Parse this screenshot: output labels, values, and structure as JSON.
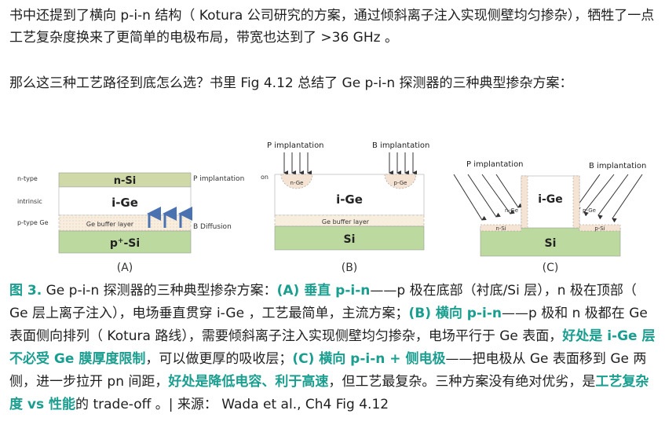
{
  "p1": {
    "text": "书中还提到了横向 p-i-n 结构（ Kotura 公司研究的方案，通过倾斜离子注入实现侧壁均匀掺杂），牺牲了一点工艺复杂度换来了更简单的电极布局，带宽也达到了 >36 GHz 。"
  },
  "p2": {
    "text": "那么这三种工艺路径到底怎么选？书里 Fig 4.12 总结了 Ge p-i-n 探测器的三种典型掺杂方案："
  },
  "figure": {
    "a": {
      "label_ntype": "n-type",
      "label_intrinsic": "intrinsic",
      "label_ptype": "p-type Ge",
      "n_si": "n-Si",
      "i_ge": "i-Ge",
      "buffer": "Ge buffer layer",
      "p_si_main": "p",
      "p_si_sup": "+",
      "p_si_rest": "-Si",
      "p_impl": "P implantation",
      "b_diff": "B Diffusion",
      "caption": "(A)"
    },
    "b": {
      "on": "on",
      "p_impl": "P implantation",
      "b_impl": "B implantation",
      "n_ge": "n-Ge",
      "p_ge": "p-Ge",
      "i_ge": "i-Ge",
      "buffer": "Ge buffer layer",
      "si": "Si",
      "caption": "(B)"
    },
    "c": {
      "p_impl": "P implantation",
      "b_impl": "B implantation",
      "i_ge": "i-Ge",
      "n_ge": "n-Ge",
      "p_ge": "p-Ge",
      "n_si": "n-Si",
      "p_si": "p-Si",
      "si": "Si",
      "caption": "(C)"
    }
  },
  "caption": {
    "fig_label": "图 3.",
    "t1": " Ge p-i-n 探测器的三种典型掺杂方案：",
    "a_label": "(A) 垂直 p-i-n",
    "t2": "——p 极在底部（衬底/Si 层），n 极在顶部（ Ge 层上离子注入），电场垂直贯穿 i-Ge ，工艺最简单，主流方案；",
    "b_label": "(B) 横向 p-i-n",
    "t3": "——p 极和 n 极都在 Ge 表面侧向排列（ Kotura 路线），需要倾斜离子注入实现侧壁均匀掺杂，电场平行于 Ge 表面，",
    "b_adv": "好处是 i-Ge 层不必受 Ge 膜厚度限制",
    "t4": "，可以做更厚的吸收层；",
    "c_label": "(C) 横向 p-i-n + 侧电极",
    "t5": "——把电极从 Ge 表面移到 Ge 两侧，进一步拉开 pn 间距，",
    "c_adv": "好处是降低电容、利于高速",
    "t6": "，但工艺最复杂。三种方案没有绝对优劣，是",
    "tradeoff": "工艺复杂度 vs 性能",
    "t7": "的 trade-off 。| 来源： Wada et al., Ch4 Fig 4.12"
  },
  "colors": {
    "accent": "#1a9e8f",
    "si": "#bcd9a0",
    "ige": "#ffffff",
    "nsi": "#cfd9a8",
    "implant": "#f5e3d3",
    "arrow_blue": "#4a72b0"
  }
}
